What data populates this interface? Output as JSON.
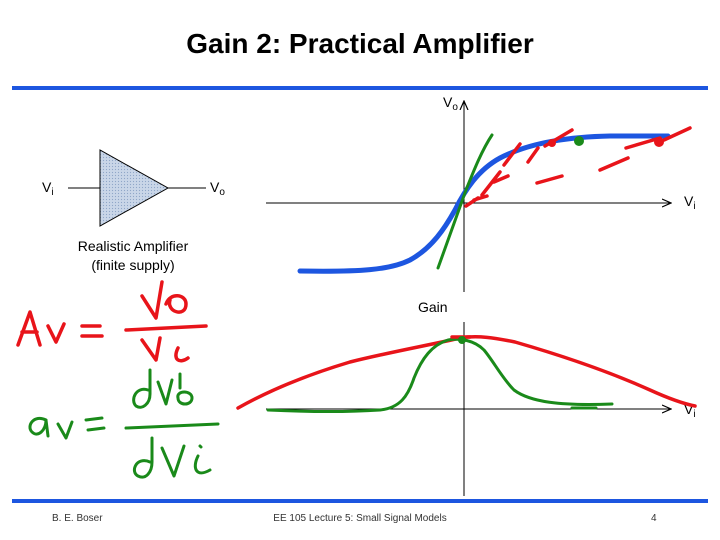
{
  "title": "Gain 2: Practical Amplifier",
  "amplifier": {
    "input_label": "V",
    "input_sub": "i",
    "output_label": "V",
    "output_sub": "o",
    "caption_line1": "Realistic Amplifier",
    "caption_line2": "(finite supply)"
  },
  "top_plot": {
    "y_label": "V",
    "y_sub": "o",
    "x_label": "V",
    "x_sub": "i"
  },
  "bottom_plot": {
    "y_label": "Gain",
    "x_label": "V",
    "x_sub": "i"
  },
  "handwriting": {
    "eq1_lhs": "Av",
    "eq1_num": "Vo",
    "eq1_den": "Vi",
    "eq2_lhs": "av",
    "eq2_num": "dVo",
    "eq2_den": "dVi",
    "equals": "="
  },
  "footer": {
    "author": "B. E. Boser",
    "lecture": "EE 105 Lecture 5: Small Signal Models",
    "page": "4"
  },
  "colors": {
    "rule": "#1d56e0",
    "transfer_curve": "#1d56e0",
    "ink_red": "#e8141a",
    "ink_green": "#1a8a1a"
  }
}
